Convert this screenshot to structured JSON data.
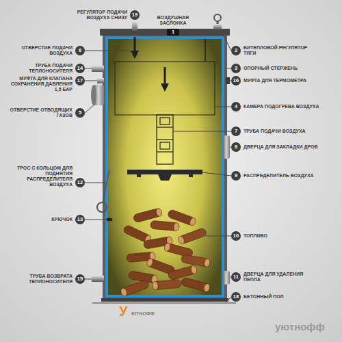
{
  "diagram": {
    "nodes": [
      {
        "text": [
          "19",
          "РЕГУЛЯТОР ПОДАЧИ ВОЗДУХА СНИЗУ"
        ]
      },
      {
        "text": [
          "1",
          "ВОЗДУШНАЯ ЗАСЛОНКА"
        ]
      },
      {
        "text": [
          "6",
          "ОТВЕРСТИЕ ПОДАЧИ ВОЗДУХА"
        ]
      },
      {
        "text": [
          "2",
          "БИТЕПЛОВОЙ РЕГУЛЯТОР ТЯГИ"
        ]
      },
      {
        "text": [
          "14",
          "ТРУБА ПОДАЧИ ТЕПЛОНОСИТЕЛЯ"
        ]
      },
      {
        "text": [
          "3",
          "ОПОРНЫЙ СТЕРЖЕНЬ"
        ]
      },
      {
        "text": [
          "17",
          "МУФТА ДЛЯ КЛАПАНА СОХРАНЕНИЯ ДАВЛЕНИЯ 1,5 БАР"
        ]
      },
      {
        "text": [
          "16",
          "МУФТА ДЛЯ ТЕРМОМЕТРА"
        ]
      },
      {
        "text": [
          "4",
          "КАМЕРА ПОДОГРЕВА ВОЗДУХА"
        ]
      },
      {
        "text": [
          "5",
          "ОТВЕРСТИЕ ОТВОДЯЩИХ ГАЗОВ"
        ]
      },
      {
        "text": [
          "7",
          "ТРУБА ПОДАЧИ ВОЗДУХА"
        ]
      },
      {
        "text": [
          "8",
          "ДВЕРЦА ДЛЯ ЗАКЛАДКИ ДРОВ"
        ]
      },
      {
        "text": [
          "9",
          "РАСПРЕДЕЛИТЕЛЬ ВОЗДУХА"
        ]
      },
      {
        "text": [
          "12",
          "ТРОС С КОЛЬЦОМ ДЛЯ ПОДНЯТИЯ РАСПРЕДЕЛИТЕЛЯ ВОЗДУХА"
        ]
      },
      {
        "text": [
          "13",
          "КРЮЧОК"
        ]
      },
      {
        "text": [
          "10",
          "ТОПЛИВО"
        ]
      },
      {
        "text": [
          "11",
          "ДВЕРЦА ДЛЯ УДАЛЕНИЯ ПЕПЛА"
        ]
      },
      {
        "text": [
          "15",
          "ТРУБА ВОЗВРАТА ТЕПЛОНОСИТЕЛЯ"
        ]
      },
      {
        "text": [
          "18",
          "БЕТОННЫЙ ПОЛ"
        ]
      }
    ],
    "labels": [
      "У",
      "ЮТНОФФ",
      "уютнофф"
    ]
  }
}
